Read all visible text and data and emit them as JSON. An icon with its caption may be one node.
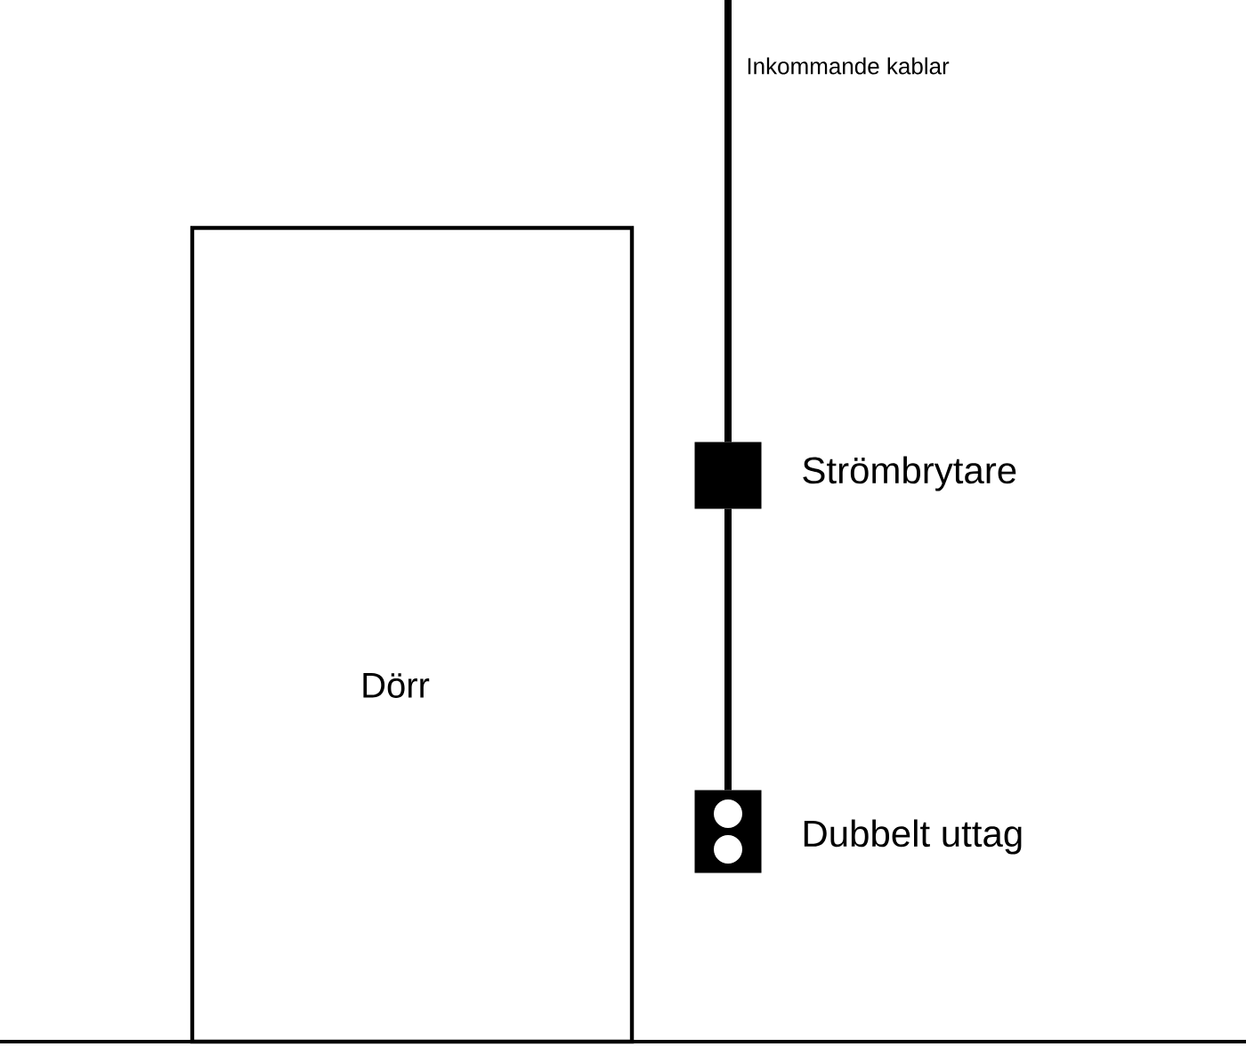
{
  "diagram": {
    "nodes": [
      {
        "text": [
          "Dörr"
        ]
      },
      {
        "text": [],
        "shape": "box",
        "beside": [
          "Strömbrytare"
        ]
      },
      {
        "text": [],
        "shape": "box",
        "beside": [
          "Dubbelt uttag"
        ]
      }
    ],
    "edges": [
      {
        "from": null,
        "to": 1,
        "arrow": "none",
        "label": "Inkommande kablar"
      },
      {
        "from": 1,
        "to": 2,
        "arrow": "none"
      }
    ]
  }
}
